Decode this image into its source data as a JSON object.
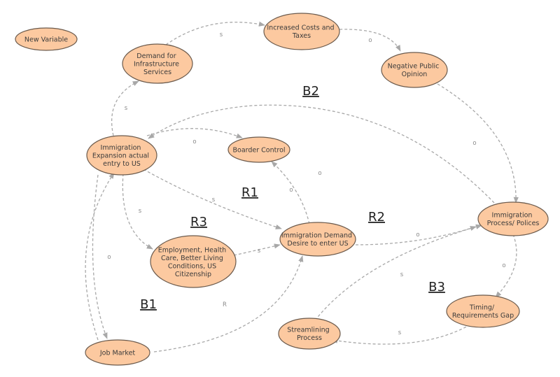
{
  "nodes": {
    "new_variable": [
      "New Variable"
    ],
    "demand_infrastructure": [
      "Demand for",
      "Infrastructure",
      "Services"
    ],
    "increased_costs": [
      "Increased Costs and",
      "Taxes"
    ],
    "negative_opinion": [
      "Negative Public",
      "Opinion"
    ],
    "immigration_expansion": [
      "Immigration",
      "Expansion actual",
      "entry to US"
    ],
    "boarder_control": [
      "Boarder Control"
    ],
    "immigration_demand": [
      "Immigration Demand",
      "Desire to enter US"
    ],
    "employment": [
      "Employment, Health",
      "Care, Better Living",
      "Conditions, US",
      "Citizenship"
    ],
    "immigration_process": [
      "Immigration",
      "Process/ Polices"
    ],
    "timing_gap": [
      "Timing/",
      "Requirements Gap"
    ],
    "streamlining": [
      "Streamlining",
      "Process"
    ],
    "job_market": [
      "Job Market"
    ]
  },
  "polarities": {
    "demand_to_costs": "s",
    "costs_to_opinion": "o",
    "expansion_to_demand_infra": "s",
    "expansion_to_boarder": "o",
    "opinion_to_process": "o",
    "boarder_demand_link": "o",
    "demand_to_boarder": "o",
    "expansion_to_demand": "s",
    "expansion_to_employment": "s",
    "employment_to_demand": "s",
    "demand_to_process": "o",
    "expansion_job_market": "o",
    "job_market_to_demand": "R",
    "streamlining_to_process": "s",
    "process_to_timing": "o",
    "timing_to_streamlining": "s"
  },
  "loops": {
    "b2": "B2",
    "r1": "R1",
    "r2": "R2",
    "r3": "R3",
    "b1": "B1",
    "b3": "B3"
  }
}
